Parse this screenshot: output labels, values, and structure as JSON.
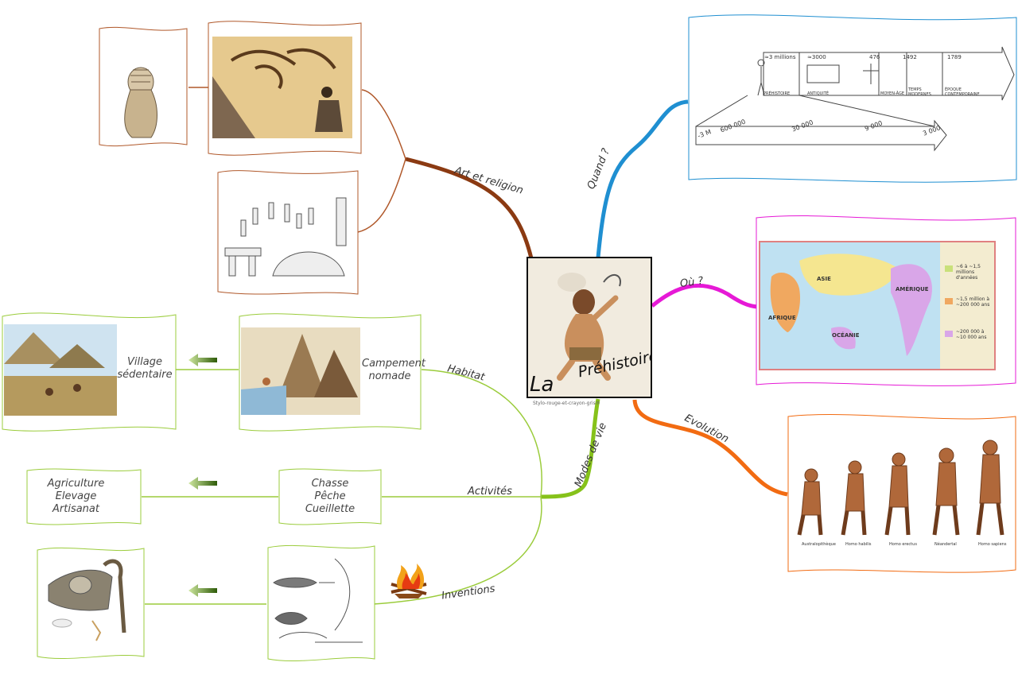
{
  "central": {
    "title_la": "La",
    "title_main": "Préhistoire",
    "credit": "Stylo-rouge-et-crayon-gris®"
  },
  "branches": {
    "art": "Art et religion",
    "quand": "Quand ?",
    "ou": "Où ?",
    "evolution": "Evolution",
    "modes": "Modes de vie",
    "habitat": "Habitat",
    "activites": "Activités",
    "inventions": "Inventions"
  },
  "habitat": {
    "campement_line1": "Campement",
    "campement_line2": "nomade",
    "village_line1": "Village",
    "village_line2": "sédentaire"
  },
  "activites": {
    "before": [
      "Chasse",
      "Pêche",
      "Cueillette"
    ],
    "after": [
      "Agriculture",
      "Elevage",
      "Artisanat"
    ]
  },
  "timeline": {
    "top": [
      "≈3 millions",
      "≈3000",
      "476",
      "1492",
      "1789"
    ],
    "periods": [
      "PRÉHISTOIRE",
      "ANTIQUITÉ",
      "MOYEN-ÂGE",
      "TEMPS MODERNES",
      "ÉPOQUE CONTEMPORAINE"
    ],
    "bottom": [
      "-3 M",
      "600 000",
      "30 000",
      "9 000",
      "3 000"
    ]
  },
  "map": {
    "continents": [
      "ASIE",
      "AFRIQUE",
      "AMÉRIQUE",
      "OCÉANIE"
    ],
    "legend": [
      {
        "text": "~6 à ~1,5 millions d'années",
        "color": "#c9e07a"
      },
      {
        "text": "~1,5 million à ~200 000 ans",
        "color": "#f0a860"
      },
      {
        "text": "~200 000 à ~10 000 ans",
        "color": "#d9a6e8"
      }
    ]
  },
  "evolution": {
    "captions": [
      "Australopithèque",
      "Homo habilis",
      "Homo erectus",
      "Néandertal",
      "Homo sapiens"
    ]
  },
  "colors": {
    "art": "#8b3a12",
    "quand": "#1f8fd1",
    "ou": "#e619d6",
    "evolution": "#f26b12",
    "modes": "#86c21a",
    "arrow": "#4d7f10"
  },
  "icons": [
    "fire-icon",
    "left-arrow-icon"
  ]
}
